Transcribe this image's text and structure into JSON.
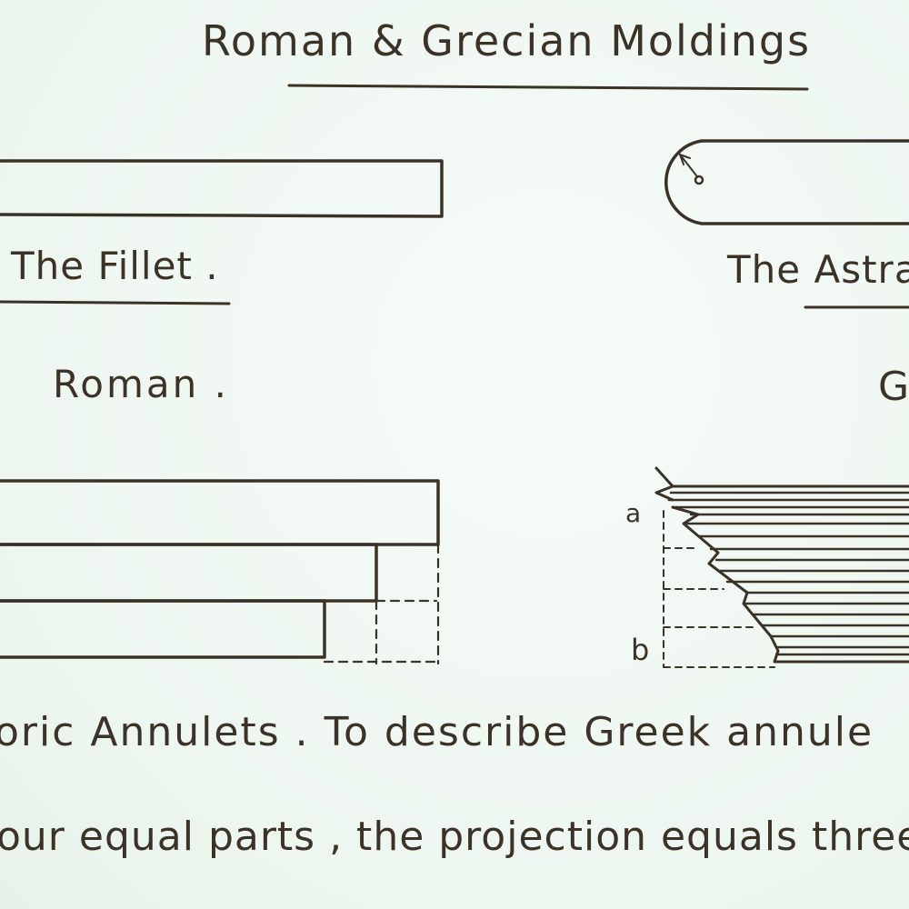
{
  "title": "Roman & Grecian Moldings",
  "fillet": {
    "caption": "The Fillet ."
  },
  "astragal": {
    "caption": "The Astra",
    "center_mark": "o"
  },
  "roman": {
    "heading": "Roman ."
  },
  "grecian": {
    "heading": "G",
    "label_a": "a",
    "label_b": "b"
  },
  "text": {
    "line1": "oric Annulets  .  To describe Greek annule",
    "line2": "our equal parts , the projection equals three   t"
  },
  "colors": {
    "ink": "#3a3226",
    "paper": "#f2f8f3"
  }
}
